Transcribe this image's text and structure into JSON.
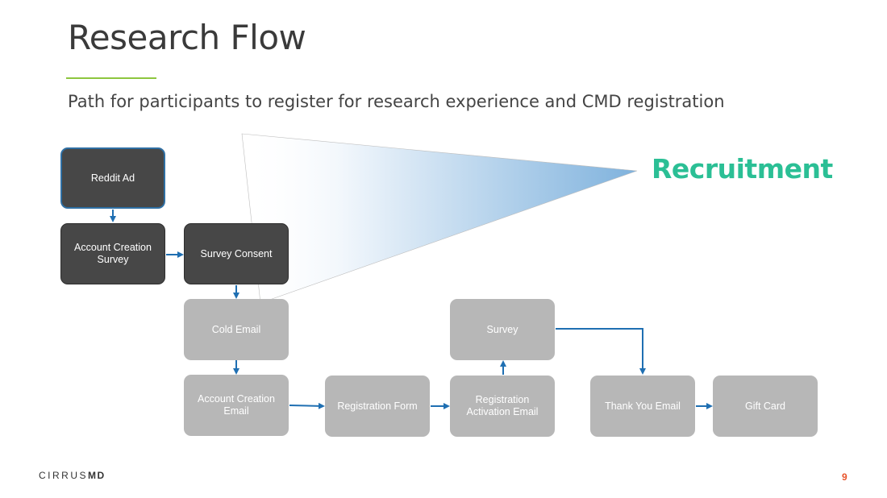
{
  "slide": {
    "title": "Research Flow",
    "subtitle": "Path for participants to register for research experience and CMD registration",
    "callout": "Recruitment",
    "logo_light": "CIRRUS",
    "logo_bold": "MD",
    "page_number": "9"
  },
  "colors": {
    "accent_green": "#8dc63f",
    "callout_teal": "#2bbf95",
    "arrow_blue": "#1f6fb2",
    "dark_node": "#474747",
    "light_node": "#b7b7b7",
    "page_number": "#e8532a"
  },
  "nodes": {
    "reddit_ad": "Reddit Ad",
    "account_creation_survey": "Account Creation Survey",
    "survey_consent": "Survey Consent",
    "cold_email": "Cold Email",
    "account_creation_email": "Account Creation Email",
    "registration_form": "Registration Form",
    "registration_activation_email": "Registration Activation Email",
    "survey": "Survey",
    "thank_you_email": "Thank You Email",
    "gift_card": "Gift Card"
  },
  "edges": [
    [
      "reddit_ad",
      "account_creation_survey"
    ],
    [
      "account_creation_survey",
      "survey_consent"
    ],
    [
      "survey_consent",
      "cold_email"
    ],
    [
      "cold_email",
      "account_creation_email"
    ],
    [
      "account_creation_email",
      "registration_form"
    ],
    [
      "registration_form",
      "registration_activation_email"
    ],
    [
      "registration_activation_email",
      "survey"
    ],
    [
      "survey",
      "thank_you_email"
    ],
    [
      "thank_you_email",
      "gift_card"
    ]
  ]
}
